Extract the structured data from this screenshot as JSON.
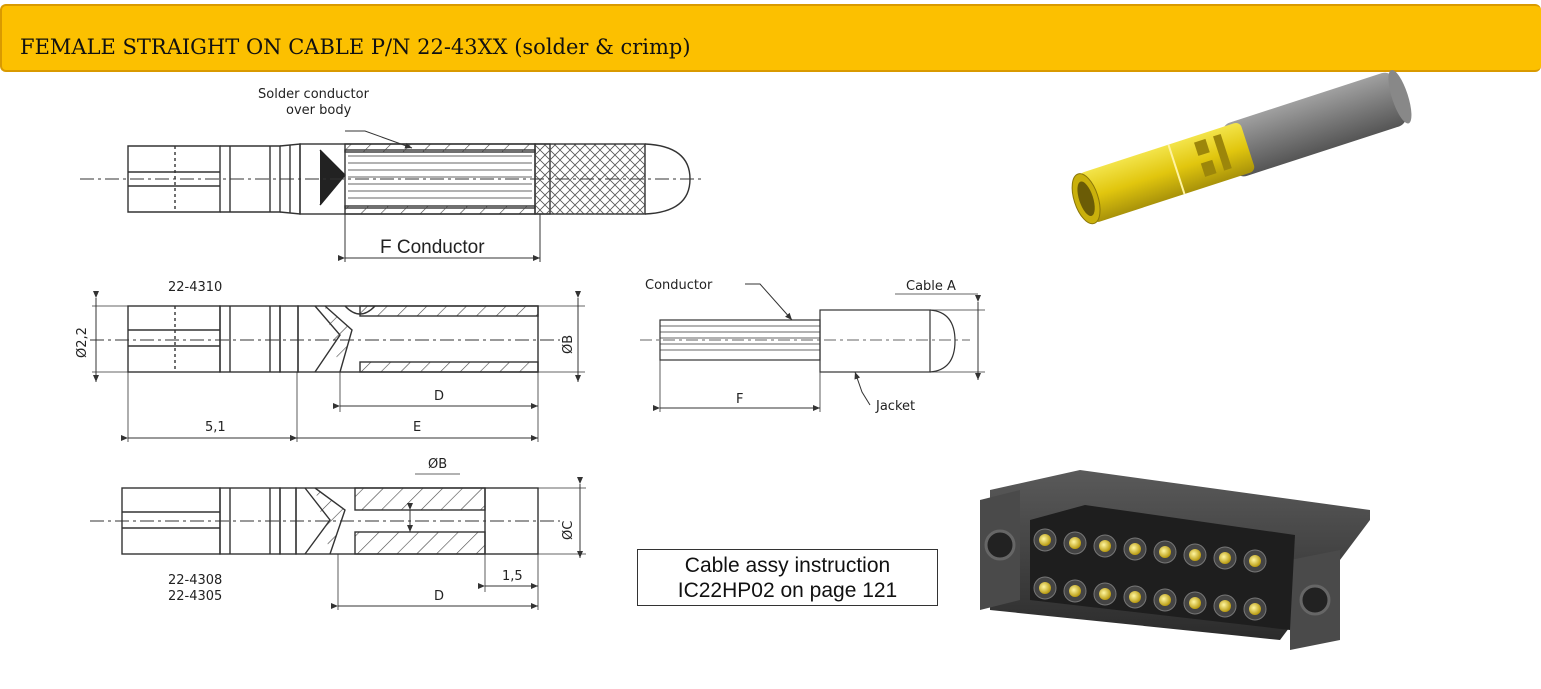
{
  "header": {
    "title": "FEMALE STRAIGHT ON CABLE P/N 22-43XX (solder & crimp)"
  },
  "drawing_top": {
    "callout_line1": "Solder conductor",
    "callout_line2": "over body",
    "dimension_label": "F Conductor"
  },
  "drawing_middle": {
    "part_number": "22-4310",
    "dia_left": "Ø2,2",
    "dia_right": "ØB",
    "dim_d": "D",
    "dim_51": "5,1",
    "dim_e": "E"
  },
  "drawing_bottom": {
    "dia_b": "ØB",
    "dia_c": "ØC",
    "dim_15": "1,5",
    "dim_d": "D",
    "part_number_1": "22-4308",
    "part_number_2": "22-4305"
  },
  "cable_drawing": {
    "conductor_label": "Conductor",
    "cable_label": "Cable A",
    "dim_f": "F",
    "jacket_label": "Jacket"
  },
  "note": {
    "line1": "Cable assy instruction",
    "line2": "IC22HP02 on page 121"
  },
  "colors": {
    "header_bg": "#fcc000",
    "contact_gold": "#e7d11a",
    "cable_grey": "#7d7d7d",
    "housing_dark": "#3a3a3a"
  },
  "images": {
    "contact_render": "gold-female-contact-on-cable-render",
    "connector_render": "multi-pin-connector-housing-render"
  }
}
